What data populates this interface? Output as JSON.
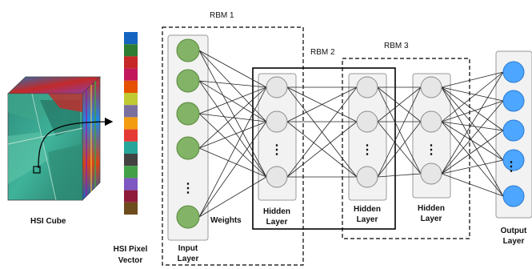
{
  "labels": {
    "rbm1": "RBM 1",
    "rbm2": "RBM 2",
    "rbm3": "RBM 3",
    "hsi_cube": "HSI Cube",
    "pixel_vector": [
      "HSI Pixel",
      "Vector"
    ],
    "weights": "Weights",
    "input_layer": [
      "Input",
      "Layer"
    ],
    "hidden_layer_1": [
      "Hidden",
      "Layer"
    ],
    "hidden_layer_2": [
      "Hidden",
      "Layer"
    ],
    "hidden_layer_3": [
      "Hidden",
      "Layer"
    ],
    "output_layer": [
      "Output",
      "Layer"
    ],
    "ellipsis": "⋮"
  },
  "colors": {
    "input_node": "#82b366",
    "input_node_stroke": "#5a8a3c",
    "hidden_node": "#e6e6e6",
    "hidden_node_stroke": "#8c8c8c",
    "output_node": "#4da6ff",
    "output_node_stroke": "#2b7bd1",
    "layer_box": "#f2f2f2",
    "layer_box_stroke": "#999999",
    "edge": "#222222"
  },
  "pixel_vector_colors": [
    "#1565c0",
    "#2e7d32",
    "#c62828",
    "#c2185b",
    "#e65100",
    "#c0ca33",
    "#7b6f9e",
    "#f39c12",
    "#e53935",
    "#26a69a",
    "#424242",
    "#43a047",
    "#7e57c2",
    "#8e1c3a",
    "#6d4c1d"
  ],
  "layers": {
    "input": {
      "visible_nodes": 5
    },
    "hidden1": {
      "visible_nodes": 3
    },
    "hidden2": {
      "visible_nodes": 3
    },
    "hidden3": {
      "visible_nodes": 3
    },
    "output": {
      "visible_nodes": 5
    }
  }
}
